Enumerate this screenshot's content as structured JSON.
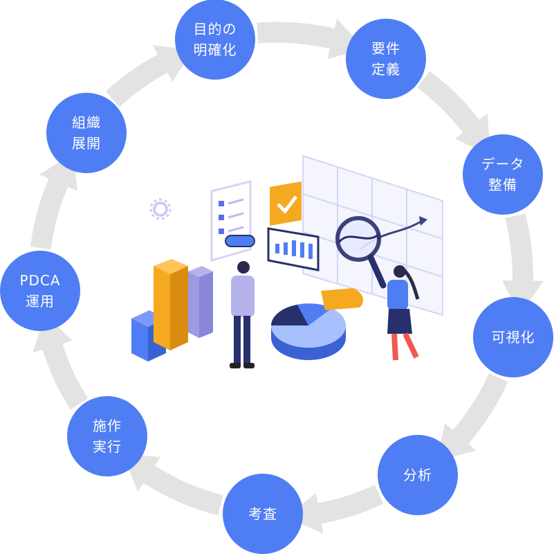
{
  "colors": {
    "node": "#4f7df3",
    "arrow": "#e3e3e3",
    "accent_orange": "#f5a921",
    "accent_purple": "#8a87d9"
  },
  "cycle": {
    "steps": [
      {
        "label": "目的の\n明確化"
      },
      {
        "label": "要件\n定義"
      },
      {
        "label": "データ\n整備"
      },
      {
        "label": "可視化"
      },
      {
        "label": "分析"
      },
      {
        "label": "考査"
      },
      {
        "label": "施作\n実行"
      },
      {
        "label": "PDCA\n運用"
      },
      {
        "label": "組織\n展開"
      }
    ]
  },
  "illustration": {
    "check_icon": "checkmark-icon",
    "gear_icon": "gear-icon",
    "magnifier_icon": "magnifier-icon"
  }
}
